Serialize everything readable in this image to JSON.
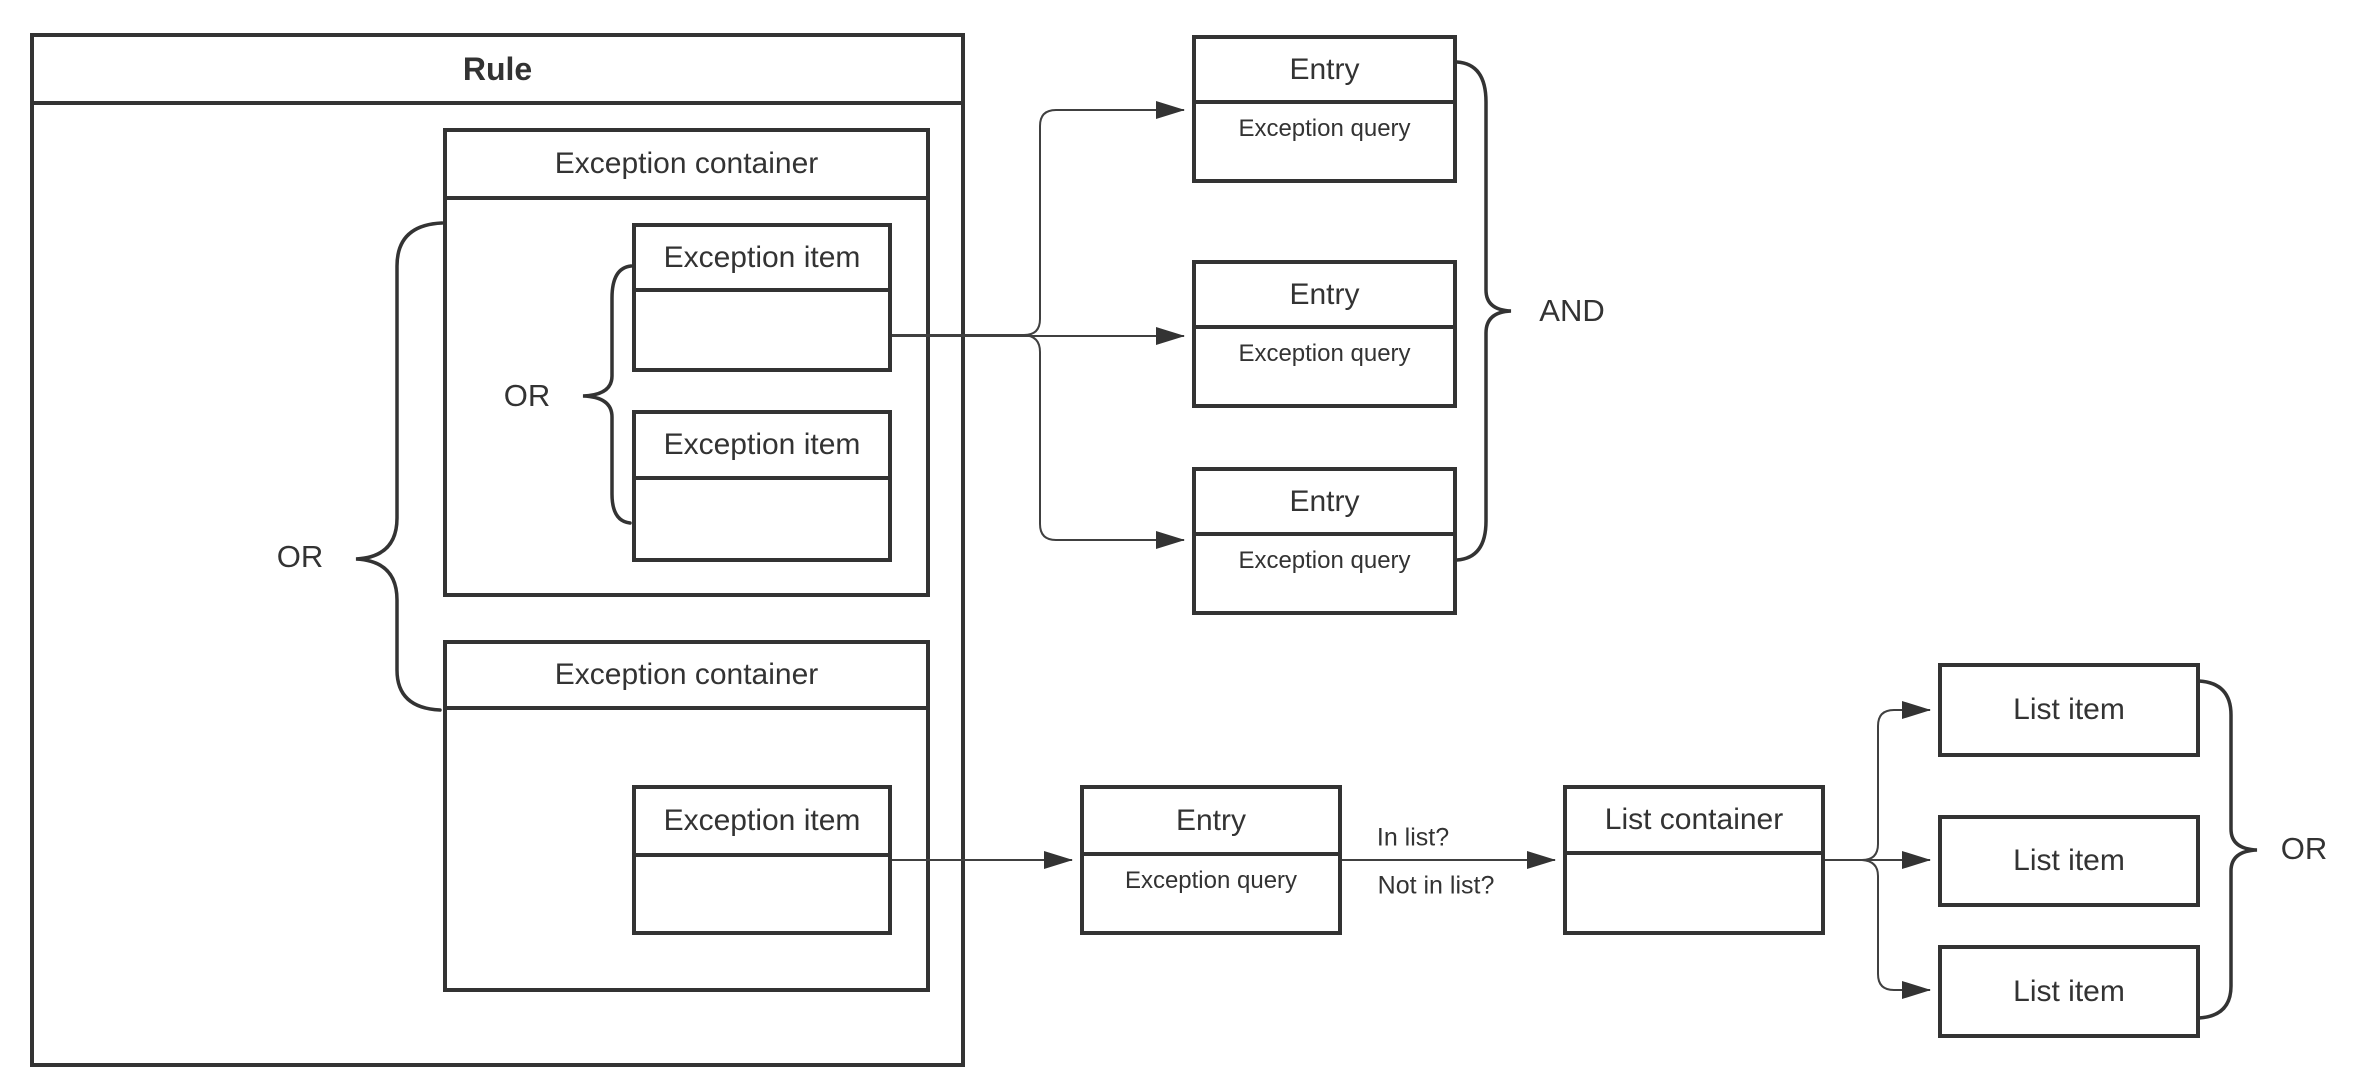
{
  "colors": {
    "stroke": "#333333",
    "text": "#333333",
    "background": "#ffffff"
  },
  "rule": {
    "title": "Rule"
  },
  "exception_containers": [
    {
      "title": "Exception container"
    },
    {
      "title": "Exception container"
    }
  ],
  "exception_items": [
    {
      "title": "Exception item"
    },
    {
      "title": "Exception item"
    },
    {
      "title": "Exception item"
    }
  ],
  "entries": [
    {
      "title": "Entry",
      "query": "Exception query"
    },
    {
      "title": "Entry",
      "query": "Exception query"
    },
    {
      "title": "Entry",
      "query": "Exception query"
    },
    {
      "title": "Entry",
      "query": "Exception query"
    }
  ],
  "list_container": {
    "title": "List container"
  },
  "list_items": [
    {
      "title": "List item"
    },
    {
      "title": "List item"
    },
    {
      "title": "List item"
    }
  ],
  "labels": {
    "or_outer": "OR",
    "or_inner": "OR",
    "and": "AND",
    "or_list": "OR",
    "in_list": "In list?",
    "not_in_list": "Not in list?"
  }
}
